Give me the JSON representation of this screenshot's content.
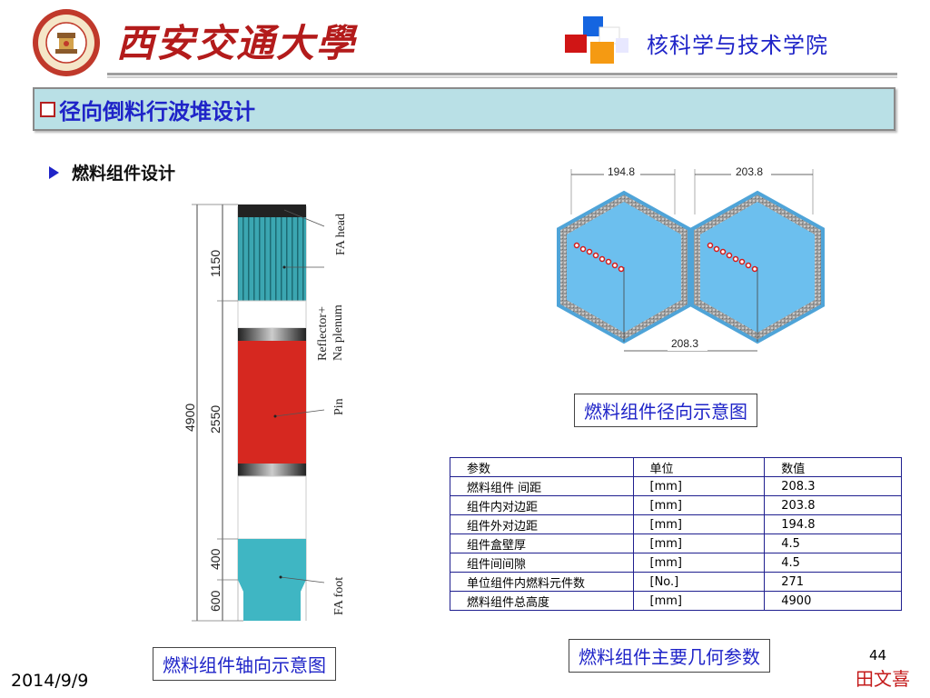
{
  "header": {
    "university_name": "西安交通大學",
    "college_name": "核科学与技术学院",
    "colors": {
      "brand_red": "#b31b1b",
      "accent_blue": "#1f24c8"
    }
  },
  "slide": {
    "title": "径向倒料行波堆设计",
    "bullet": "燃料组件设计"
  },
  "axial_figure": {
    "dims": {
      "total": "4900",
      "top": "1150",
      "mid": "2550",
      "low": "400",
      "bottom": "600"
    },
    "labels": {
      "fa_head": "FA head",
      "reflector_1": "Reflector+",
      "reflector_2": "Na plenum",
      "pin": "Pin",
      "fa_foot": "FA foot"
    }
  },
  "radial_figure": {
    "dims": {
      "outer": "194.8",
      "inner": "203.8",
      "pitch": "208.3"
    }
  },
  "captions": {
    "radial": "燃料组件径向示意图",
    "axial": "燃料组件轴向示意图",
    "table": "燃料组件主要几何参数"
  },
  "table": {
    "headers": [
      "参数",
      "单位",
      "数值"
    ],
    "rows": [
      [
        "燃料组件 间距",
        "[mm]",
        "208.3"
      ],
      [
        "组件内对边距",
        "[mm]",
        "203.8"
      ],
      [
        "组件外对边距",
        "[mm]",
        "194.8"
      ],
      [
        "组件盒壁厚",
        "[mm]",
        "4.5"
      ],
      [
        "组件间间隙",
        "[mm]",
        "4.5"
      ],
      [
        "单位组件内燃料元件数",
        "[No.]",
        "271"
      ],
      [
        "燃料组件总高度",
        "[mm]",
        "4900"
      ]
    ]
  },
  "footer": {
    "page_number": "44",
    "author": "田文喜",
    "date": "2014/9/9"
  }
}
